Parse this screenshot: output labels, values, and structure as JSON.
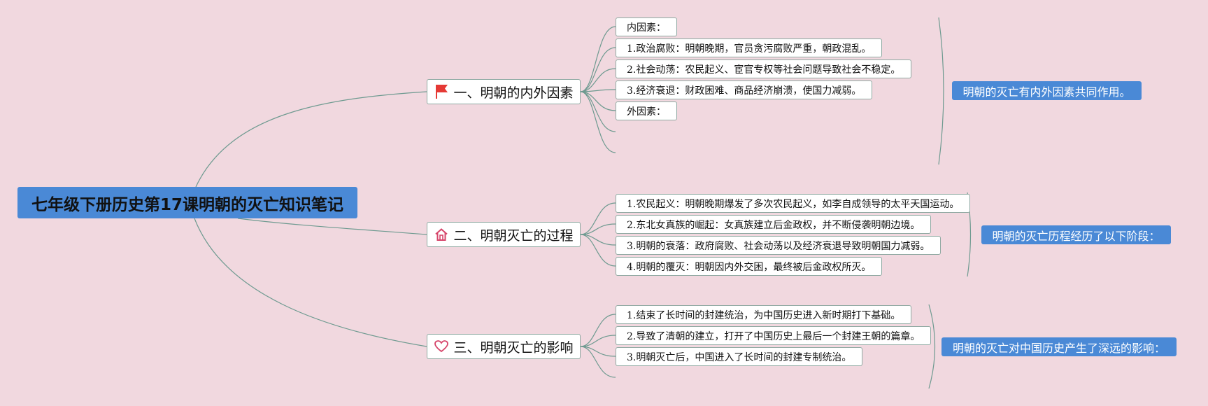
{
  "title": "七年级下册历史第17课明朝的灭亡知识笔记",
  "colors": {
    "background": "#f1d8df",
    "accent": "#4a89d6",
    "line": "#6e9a90",
    "flag": "#e53935",
    "home": "#d6456a",
    "heart": "#d6456a"
  },
  "branches": [
    {
      "label": "一、明朝的内外因素",
      "icon": "flag-icon",
      "items": [
        "内因素：",
        "1.政治腐败：明朝晚期，官员贪污腐败严重，朝政混乱。",
        "2.社会动荡：农民起义、宦官专权等社会问题导致社会不稳定。",
        "3.经济衰退：财政困难、商品经济崩溃，使国力减弱。",
        "外因素："
      ],
      "summary": "明朝的灭亡有内外因素共同作用。"
    },
    {
      "label": "二、明朝灭亡的过程",
      "icon": "home-icon",
      "items": [
        "1.农民起义：明朝晚期爆发了多次农民起义，如李自成领导的太平天国运动。",
        "2.东北女真族的崛起：女真族建立后金政权，并不断侵袭明朝边境。",
        "3.明朝的衰落：政府腐败、社会动荡以及经济衰退导致明朝国力减弱。",
        "4.明朝的覆灭：明朝因内外交困，最终被后金政权所灭。"
      ],
      "summary": "明朝的灭亡历程经历了以下阶段："
    },
    {
      "label": "三、明朝灭亡的影响",
      "icon": "heart-icon",
      "items": [
        "1.结束了长时间的封建统治，为中国历史进入新时期打下基础。",
        "2.导致了清朝的建立，打开了中国历史上最后一个封建王朝的篇章。",
        "3.明朝灭亡后，中国进入了长时间的封建专制统治。"
      ],
      "summary": "明朝的灭亡对中国历史产生了深远的影响："
    }
  ]
}
